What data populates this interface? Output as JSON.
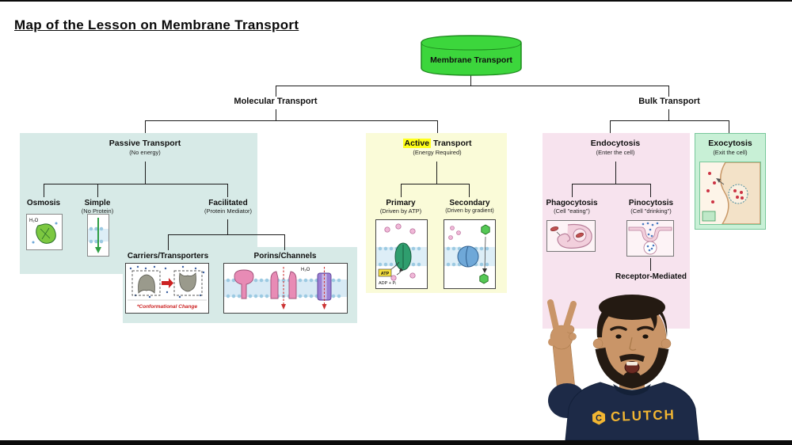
{
  "title": "Map of the Lesson on Membrane Transport",
  "tree": {
    "root": "Membrane Transport",
    "molecular": "Molecular Transport",
    "bulk": "Bulk Transport"
  },
  "passive": {
    "title": "Passive Transport",
    "subtitle": "(No energy)",
    "osmosis": "Osmosis",
    "water_label": "H₂O",
    "simple": "Simple",
    "simple_note": "(No Protein)",
    "facilitated": "Facilitated",
    "facilitated_note": "(Protein Mediator)",
    "carriers": "Carriers/Transporters",
    "carriers_caption": "*Conformational Change",
    "porins": "Porins/Channels"
  },
  "active": {
    "highlight": "Active",
    "rest": "Transport",
    "subtitle": "(Energy Required)",
    "primary": "Primary",
    "primary_note": "(Driven by ATP)",
    "atp_label": "ATP",
    "adp_label": "ADP + Pᵢ",
    "secondary": "Secondary",
    "secondary_note": "(Driven by gradient)"
  },
  "endo": {
    "title": "Endocytosis",
    "subtitle": "(Enter the cell)",
    "phagocytosis": "Phagocytosis",
    "phagocytosis_note": "(Cell \"eating\")",
    "pinocytosis": "Pinocytosis",
    "pinocytosis_note": "(Cell \"drinking\")",
    "receptor": "Receptor-Mediated"
  },
  "exo": {
    "title": "Exocytosis",
    "subtitle": "(Exit the cell)"
  },
  "branding": {
    "logo": "CLUTCH"
  },
  "colors": {
    "root_green": "#3cd63c",
    "passive_bg": "#d7eae7",
    "active_bg": "#fafbd8",
    "endocytosis_bg": "#f7e3ee",
    "exocytosis_bg": "#c8f0d6",
    "highlight_yellow": "#ffff1a",
    "clutch_gold": "#f2b632",
    "shirt_navy": "#1d2a47"
  }
}
